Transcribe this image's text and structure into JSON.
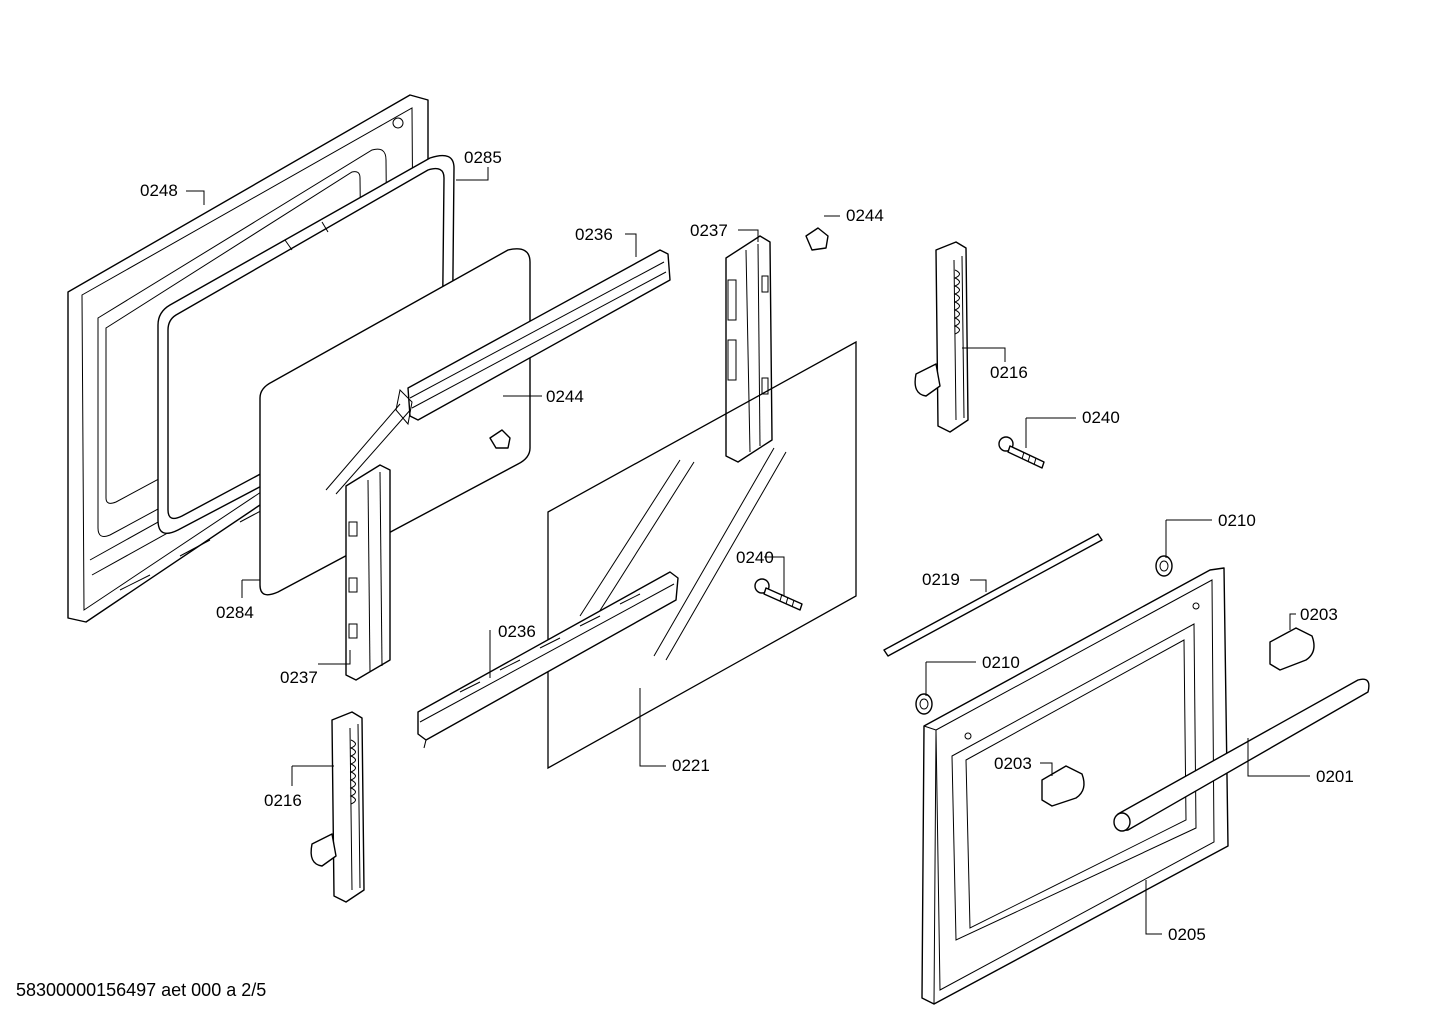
{
  "document_code": "58300000156497 aet 000 a 2/5",
  "part_labels": [
    {
      "id": "0248",
      "text": "0248"
    },
    {
      "id": "0285",
      "text": "0285"
    },
    {
      "id": "0236-top",
      "text": "0236"
    },
    {
      "id": "0237-top",
      "text": "0237"
    },
    {
      "id": "0244-top",
      "text": "0244"
    },
    {
      "id": "0216-right",
      "text": "0216"
    },
    {
      "id": "0244-mid",
      "text": "0244"
    },
    {
      "id": "0240-right",
      "text": "0240"
    },
    {
      "id": "0210-top",
      "text": "0210"
    },
    {
      "id": "0240-mid",
      "text": "0240"
    },
    {
      "id": "0219",
      "text": "0219"
    },
    {
      "id": "0203-right",
      "text": "0203"
    },
    {
      "id": "0284",
      "text": "0284"
    },
    {
      "id": "0236-bottom",
      "text": "0236"
    },
    {
      "id": "0237-bottom",
      "text": "0237"
    },
    {
      "id": "0210-mid",
      "text": "0210"
    },
    {
      "id": "0221",
      "text": "0221"
    },
    {
      "id": "0203-left",
      "text": "0203"
    },
    {
      "id": "0201",
      "text": "0201"
    },
    {
      "id": "0216-left",
      "text": "0216"
    },
    {
      "id": "0205",
      "text": "0205"
    }
  ]
}
